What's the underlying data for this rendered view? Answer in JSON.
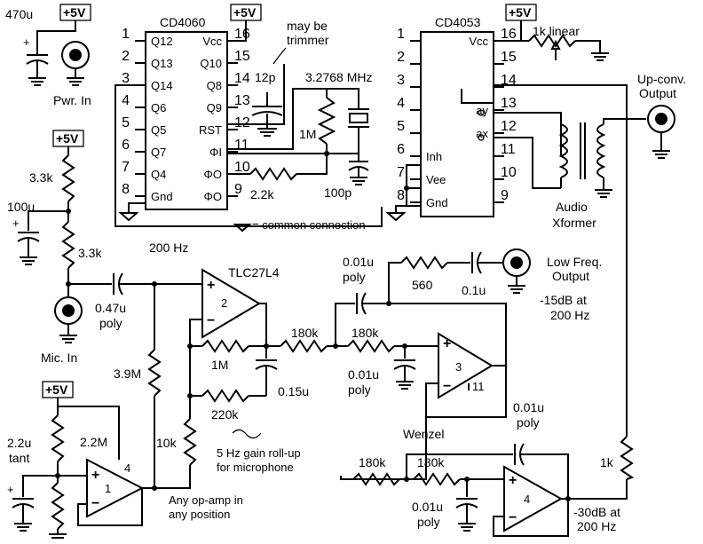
{
  "supply": "+5V",
  "chips": {
    "cd4060": {
      "name": "CD4060",
      "pins_left": [
        {
          "num": "1",
          "name": "Q12"
        },
        {
          "num": "2",
          "name": "Q13"
        },
        {
          "num": "3",
          "name": "Q14"
        },
        {
          "num": "4",
          "name": "Q6"
        },
        {
          "num": "5",
          "name": "Q5"
        },
        {
          "num": "6",
          "name": "Q7"
        },
        {
          "num": "7",
          "name": "Q4"
        },
        {
          "num": "8",
          "name": "Gnd"
        }
      ],
      "pins_right": [
        {
          "num": "16",
          "name": "Vcc"
        },
        {
          "num": "15",
          "name": "Q10"
        },
        {
          "num": "14",
          "name": "Q8"
        },
        {
          "num": "13",
          "name": "Q9"
        },
        {
          "num": "12",
          "name": "RST"
        },
        {
          "num": "11",
          "name": "ΦI"
        },
        {
          "num": "10",
          "name": "ΦO"
        },
        {
          "num": "9",
          "name": "ΦO"
        }
      ]
    },
    "cd4053": {
      "name": "CD4053",
      "pins_left": [
        {
          "num": "1",
          "name": ""
        },
        {
          "num": "2",
          "name": ""
        },
        {
          "num": "3",
          "name": ""
        },
        {
          "num": "4",
          "name": ""
        },
        {
          "num": "5",
          "name": ""
        },
        {
          "num": "6",
          "name": "Inh"
        },
        {
          "num": "7",
          "name": "Vee"
        },
        {
          "num": "8",
          "name": "Gnd"
        }
      ],
      "pins_right": [
        {
          "num": "16",
          "name": "Vcc"
        },
        {
          "num": "15",
          "name": ""
        },
        {
          "num": "14",
          "name": ""
        },
        {
          "num": "13",
          "name": "ay"
        },
        {
          "num": "12",
          "name": "ax"
        },
        {
          "num": "11",
          "name": ""
        },
        {
          "num": "10",
          "name": ""
        },
        {
          "num": "9",
          "name": ""
        }
      ]
    },
    "opamp_part": "TLC27L4",
    "opamp_numbers": [
      "1",
      "2",
      "3",
      "4"
    ],
    "opamp_pin_4": "4",
    "opamp_pin_11": "11"
  },
  "labels": {
    "c_470u": "470u",
    "pwr_in": "Pwr. In",
    "trimmer_note_1": "may be",
    "trimmer_note_2": "trimmer",
    "c_12p": "12p",
    "crystal": "3.2768 MHz",
    "r_1m_osc": "1M",
    "r_2_2k": "2.2k",
    "c_100p": "100p",
    "common_note": "= common connection",
    "pot_1k": "1k linear",
    "upconv_1": "Up-conv.",
    "upconv_2": "Output",
    "xfmr_1": "Audio",
    "xfmr_2": "Xformer",
    "r_3_3k_a": "3.3k",
    "c_100u": "100u",
    "r_3_3k_b": "3.3k",
    "freq_200": "200 Hz",
    "mic_in": "Mic. In",
    "c_047_1": "0.47u",
    "c_047_2": "poly",
    "r_3_9m": "3.9M",
    "r_1m_fb": "1M",
    "c_015u": "0.15u",
    "r_220k": "220k",
    "r_10k": "10k",
    "rolloff_1": "5 Hz gain roll-up",
    "rolloff_2": "for microphone",
    "c_001_a1": "0.01u",
    "c_001_a2": "poly",
    "r_560": "560",
    "c_01u": "0.1u",
    "lf_1": "Low Freq.",
    "lf_2": "Output",
    "lf_db_1": "-15dB at",
    "lf_db_2": "200 Hz",
    "r_180k_a": "180k",
    "r_180k_b": "180k",
    "c_001_b1": "0.01u",
    "c_001_b2": "poly",
    "wenzel": "Wenzel",
    "r_2_2m": "2.2M",
    "c_2_2u_1": "2.2u",
    "c_2_2u_2": "tant",
    "opamp_note_1": "Any op-amp in",
    "opamp_note_2": "any position",
    "c_001_c1": "0.01u",
    "c_001_c2": "poly",
    "r_180k_c": "180k",
    "r_180k_d": "180k",
    "c_001_d1": "0.01u",
    "c_001_d2": "poly",
    "r_1k": "1k",
    "db30_1": "-30dB at",
    "db30_2": "200 Hz"
  }
}
